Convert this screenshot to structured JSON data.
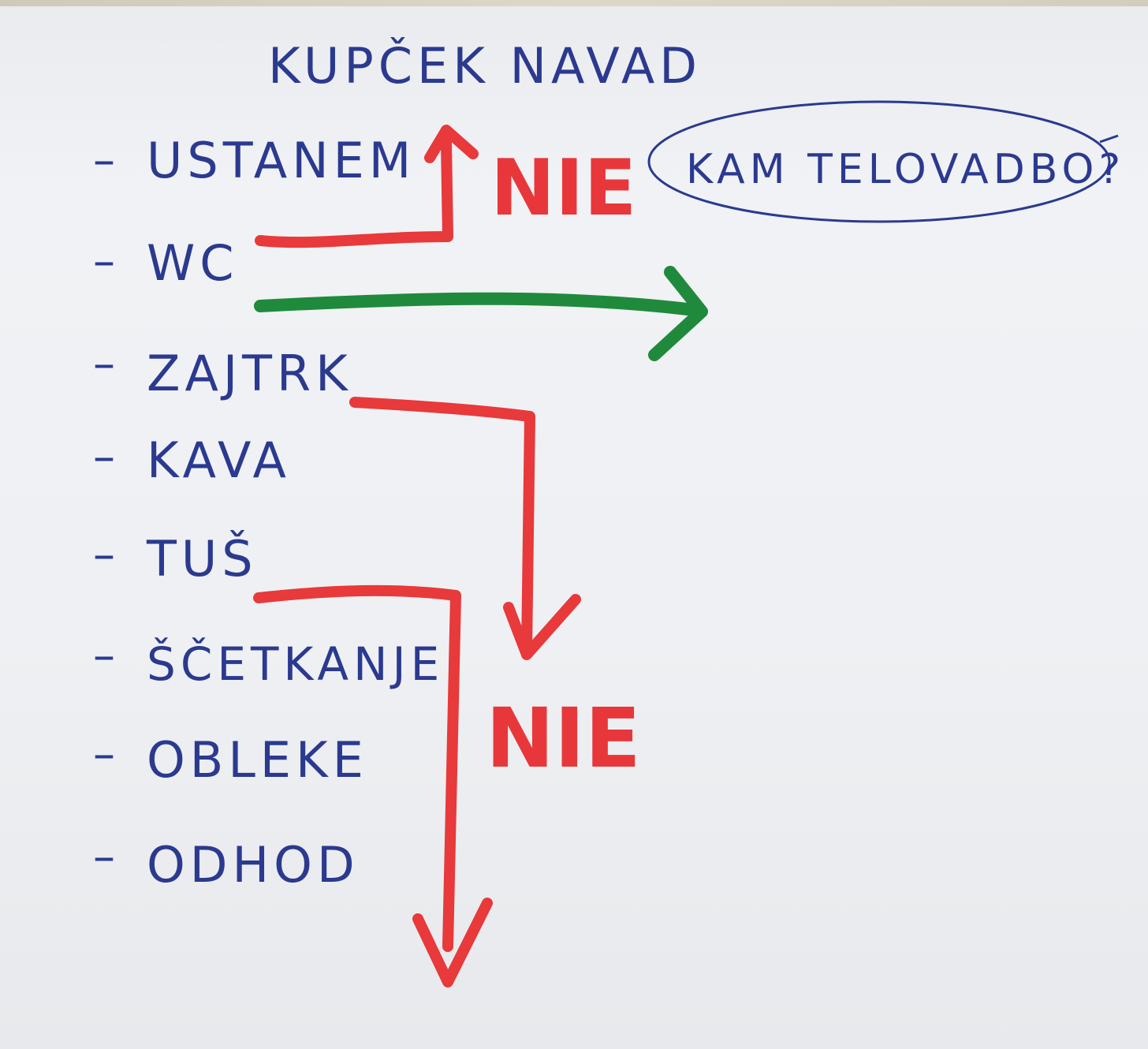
{
  "title": "KUPČEK NAVAD",
  "habits": [
    {
      "dash": "–",
      "label": "USTANEM"
    },
    {
      "dash": "–",
      "label": "WC"
    },
    {
      "dash": "–",
      "label": "ZAJTRK"
    },
    {
      "dash": "–",
      "label": "KAVA"
    },
    {
      "dash": "–",
      "label": "TUŠ"
    },
    {
      "dash": "–",
      "label": "ŠČETKANJE"
    },
    {
      "dash": "–",
      "label": "OBLEKE"
    },
    {
      "dash": "–",
      "label": "ODHOD"
    }
  ],
  "annotations": {
    "top_no": "NIE",
    "bottom_no": "NIE",
    "bubble": "KAM TELOVADBO?"
  },
  "colors": {
    "blue_ink": "#2b3a8f",
    "red_marker": "#e8393b",
    "green_marker": "#1f8a3b",
    "paper": "#eef0f3"
  }
}
